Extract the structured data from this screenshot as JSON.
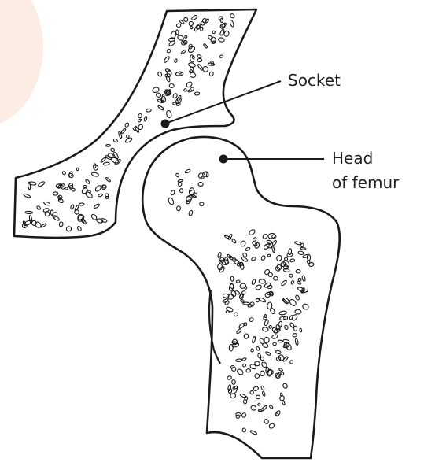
{
  "labels": {
    "socket": "Socket",
    "femur_head_line1": "Head",
    "femur_head_line2": "of femur"
  },
  "colors": {
    "ink": "#1a1a1a",
    "background": "#ffffff",
    "watermark": "#fbece4"
  }
}
